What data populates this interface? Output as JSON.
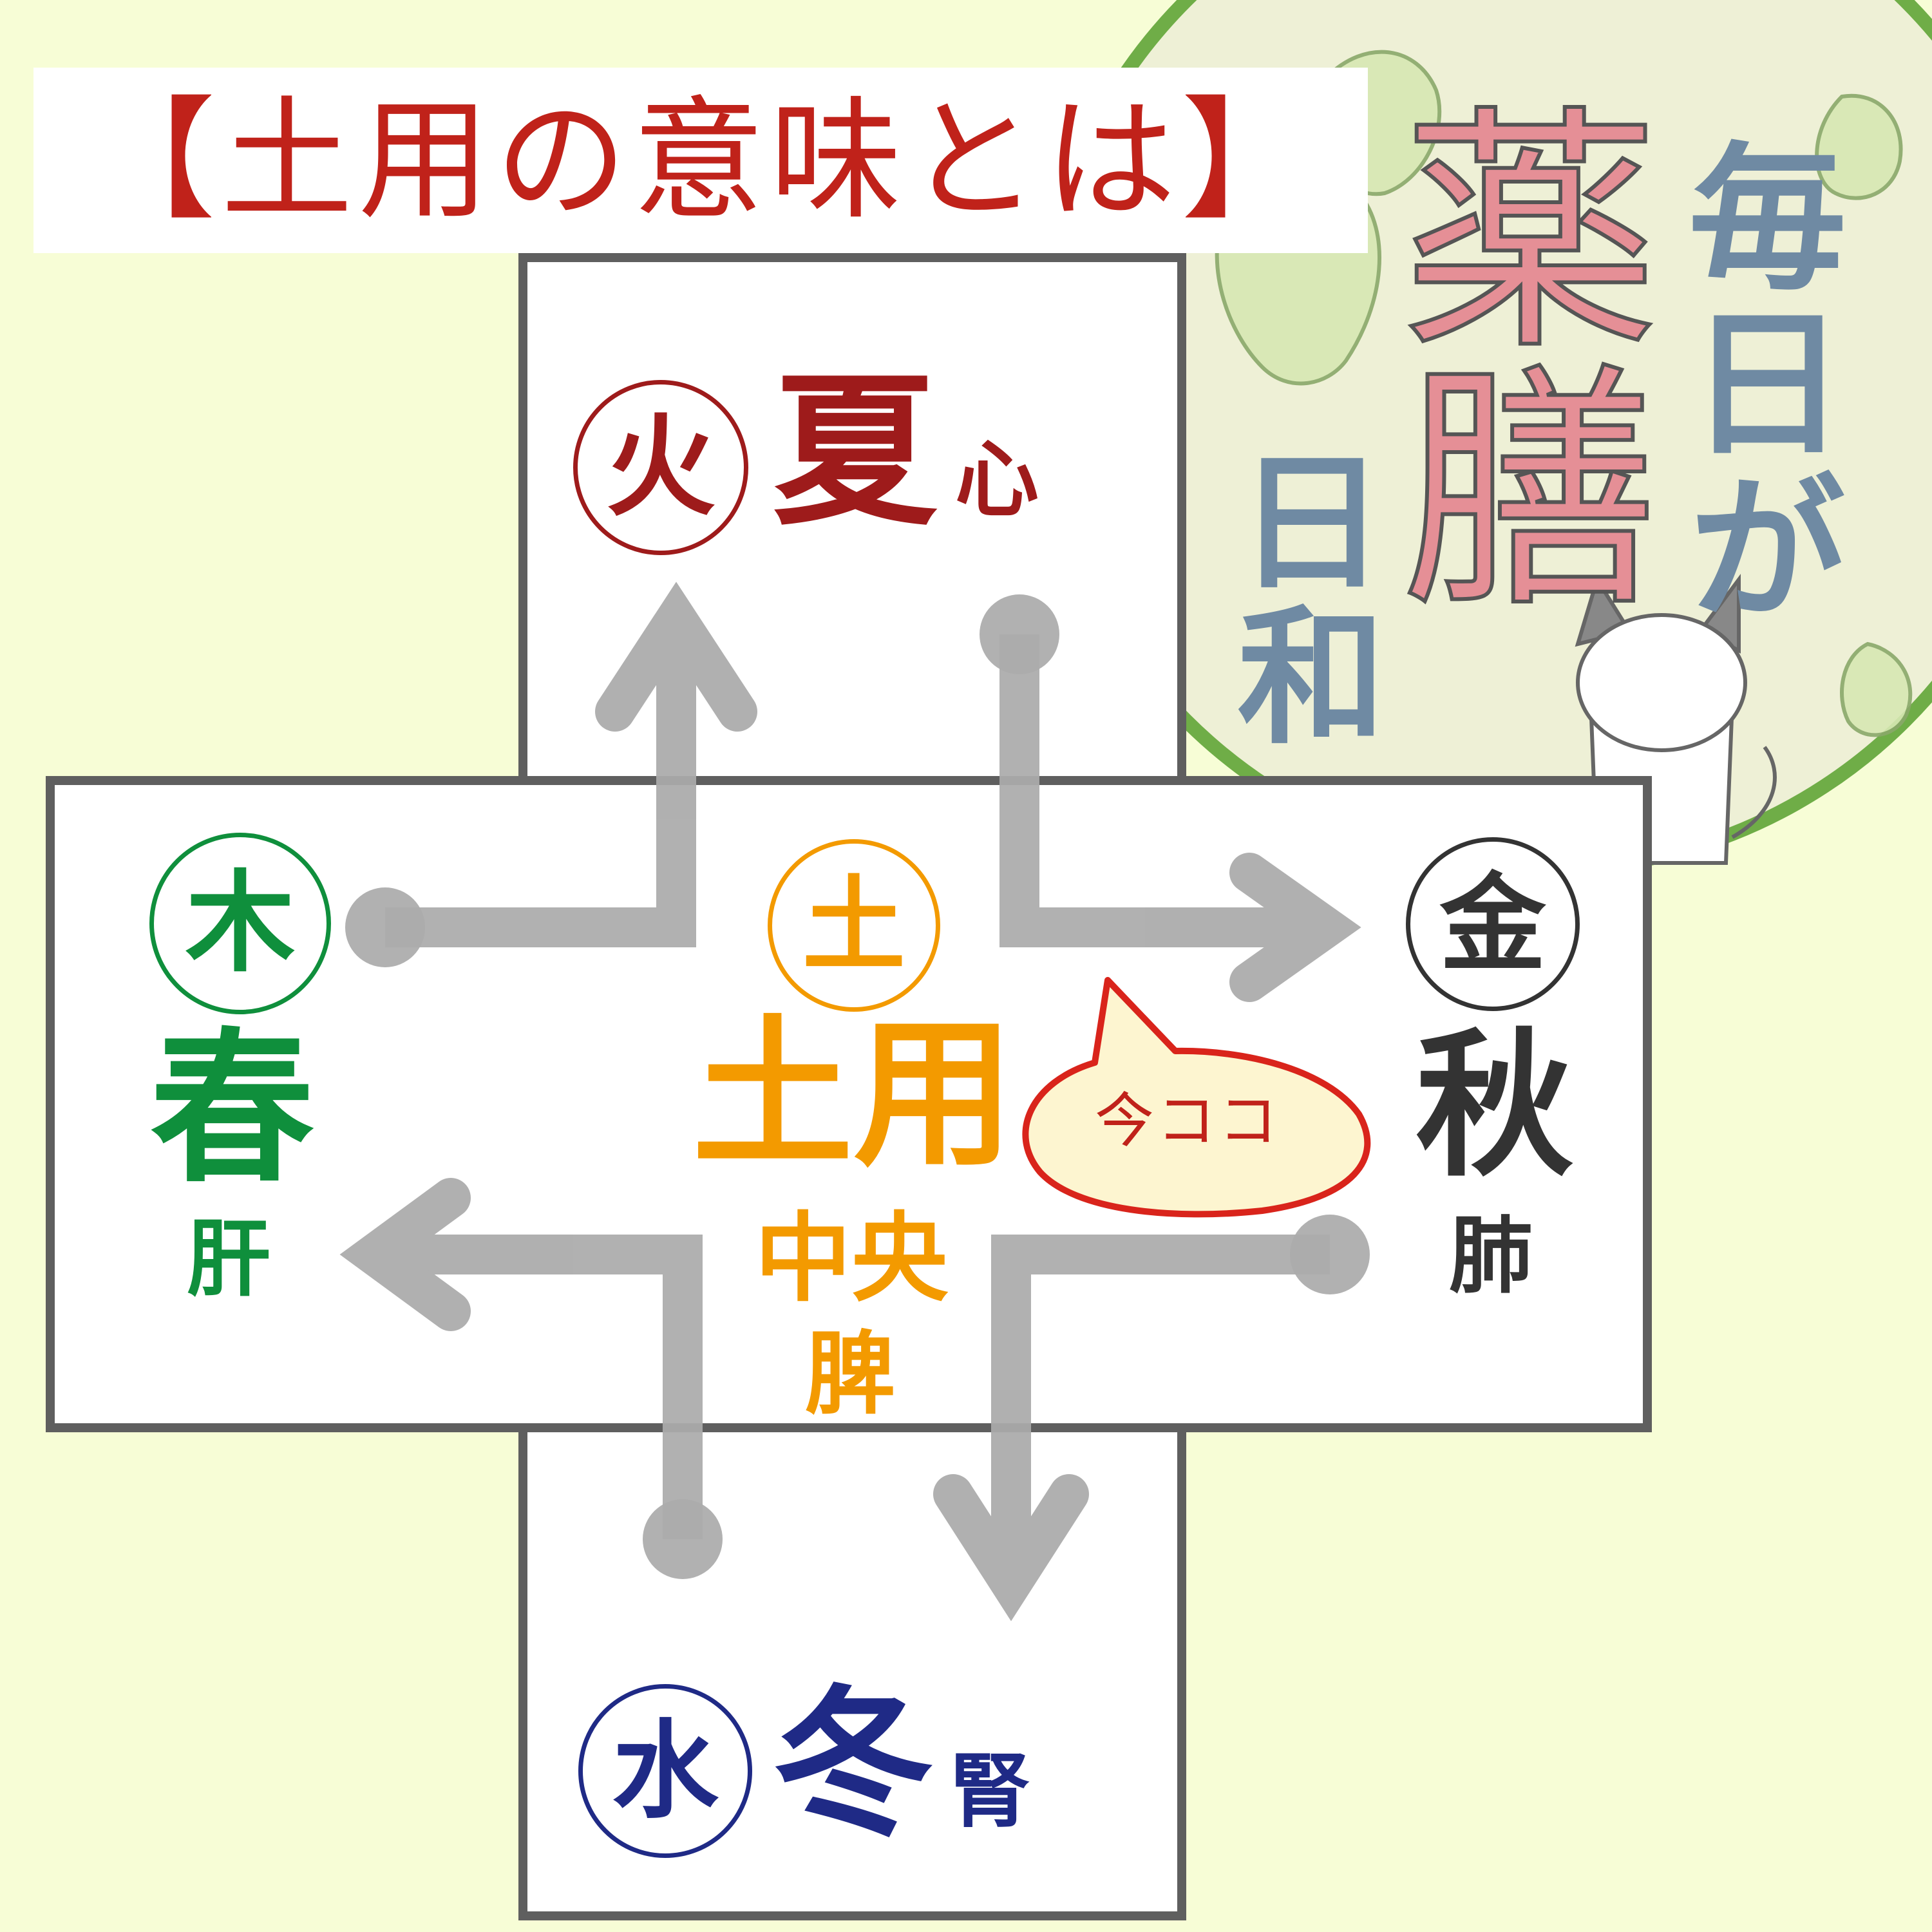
{
  "title": "【土用の意味とは】",
  "elements": {
    "fire": {
      "symbol": "火",
      "season": "夏",
      "organ": "心",
      "color": "#9e1b1b"
    },
    "wood": {
      "symbol": "木",
      "season": "春",
      "organ": "肝",
      "color": "#0f8f3c"
    },
    "earth": {
      "symbol": "土",
      "season": "土用",
      "direction": "中央",
      "organ": "脾",
      "color": "#f39a00"
    },
    "metal": {
      "symbol": "金",
      "season": "秋",
      "organ": "肺",
      "color": "#333333"
    },
    "water": {
      "symbol": "水",
      "season": "冬",
      "organ": "腎",
      "color": "#1f2a86"
    }
  },
  "callout": "今ココ",
  "logo": {
    "line1": "毎日が",
    "line2": "薬膳",
    "line3": "日和"
  },
  "colors": {
    "background": "#f7fdd6",
    "title": "#c0221a",
    "box_border": "#5f5f5f",
    "arrow": "#ababab",
    "callout_border": "#d9241b",
    "callout_fill": "#fdf5d0",
    "logo_ring": "#6fad47",
    "logo_pink": "#e58f96",
    "logo_slate": "#6f8aa3"
  }
}
